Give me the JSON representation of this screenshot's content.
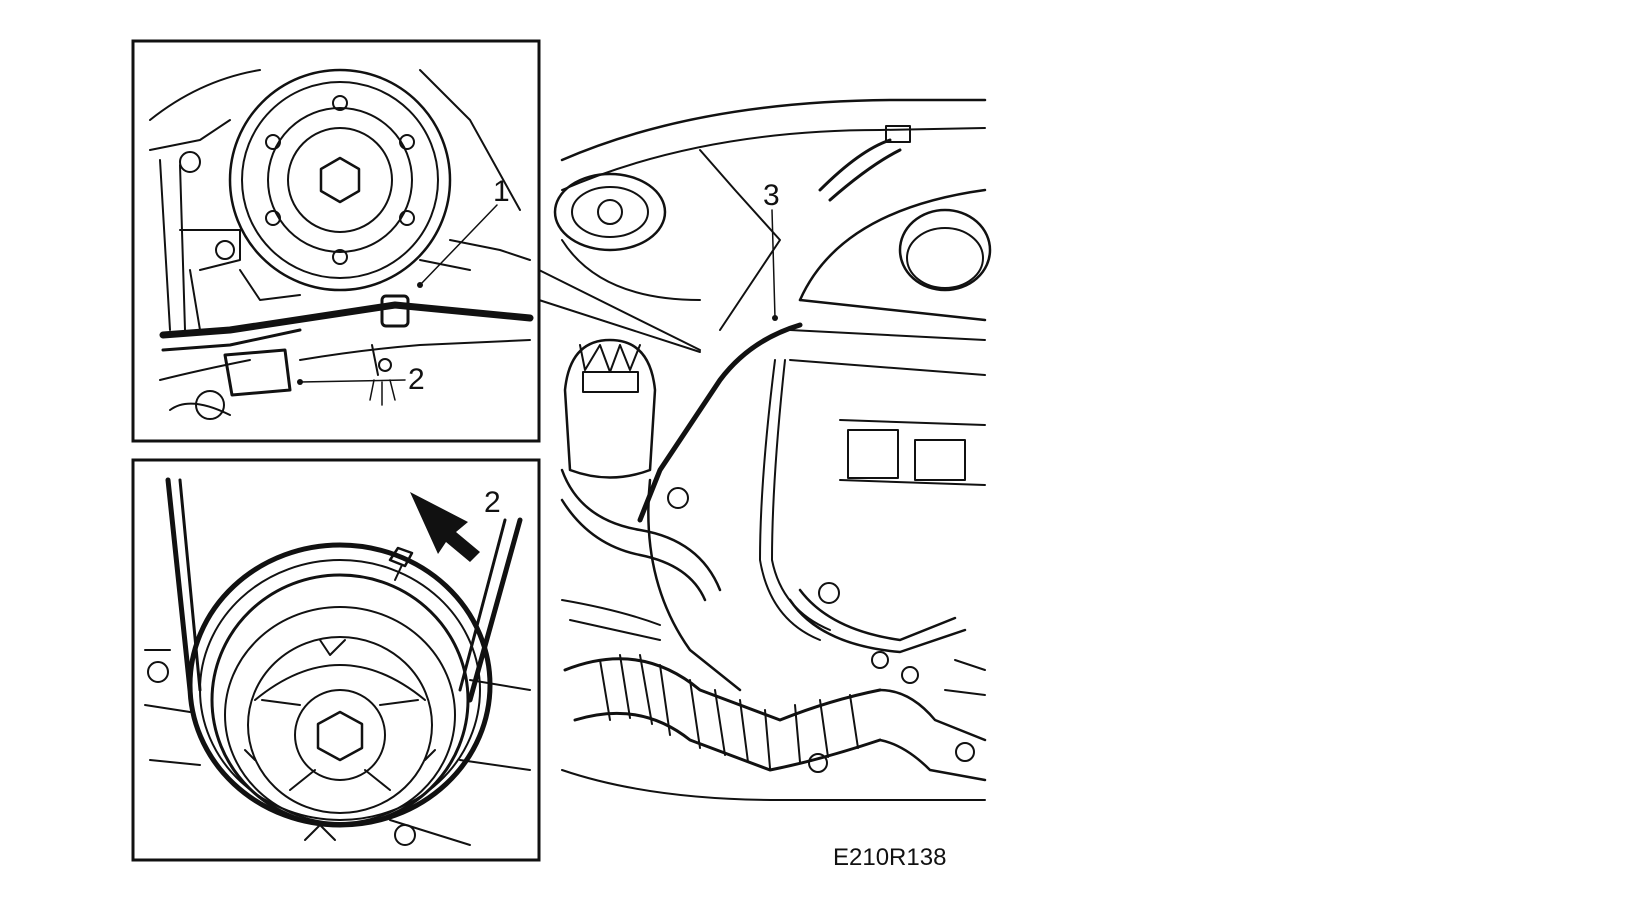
{
  "figure": {
    "code": "E210R138"
  },
  "callouts": {
    "c1": "1",
    "c2_top": "2",
    "c2_bottom": "2",
    "c3": "3"
  },
  "colors": {
    "ink": "#111111",
    "background": "#ffffff"
  }
}
